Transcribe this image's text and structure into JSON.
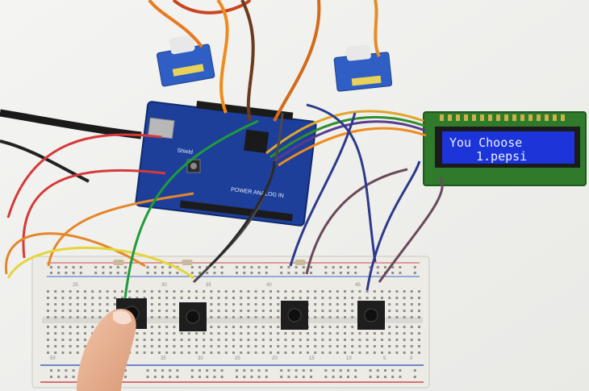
{
  "lcd": {
    "line1": "You Choose",
    "line2": "1.pepsi"
  },
  "shield": {
    "label": "Shield",
    "power": "POWER",
    "analog": "ANALOG IN"
  },
  "breadboard": {
    "column_numbers": [
      "50",
      "45",
      "40",
      "35",
      "30",
      "25",
      "20",
      "15",
      "10",
      "5",
      "0"
    ],
    "top_numbers": [
      "25",
      "30",
      "35",
      "40",
      "45"
    ]
  },
  "colors": {
    "pcb": "#1d3f9a",
    "lcd_green": "#2f7a2b",
    "lcd_screen": "#1c34d8",
    "servo": "#2f5fc4",
    "breadboard": "#ecebe6",
    "rail_red": "#d54848",
    "rail_blue": "#4465c8"
  },
  "icons": {
    "servo_left": "servo-motor-icon",
    "servo_right": "servo-motor-icon",
    "button": "push-button-icon"
  }
}
